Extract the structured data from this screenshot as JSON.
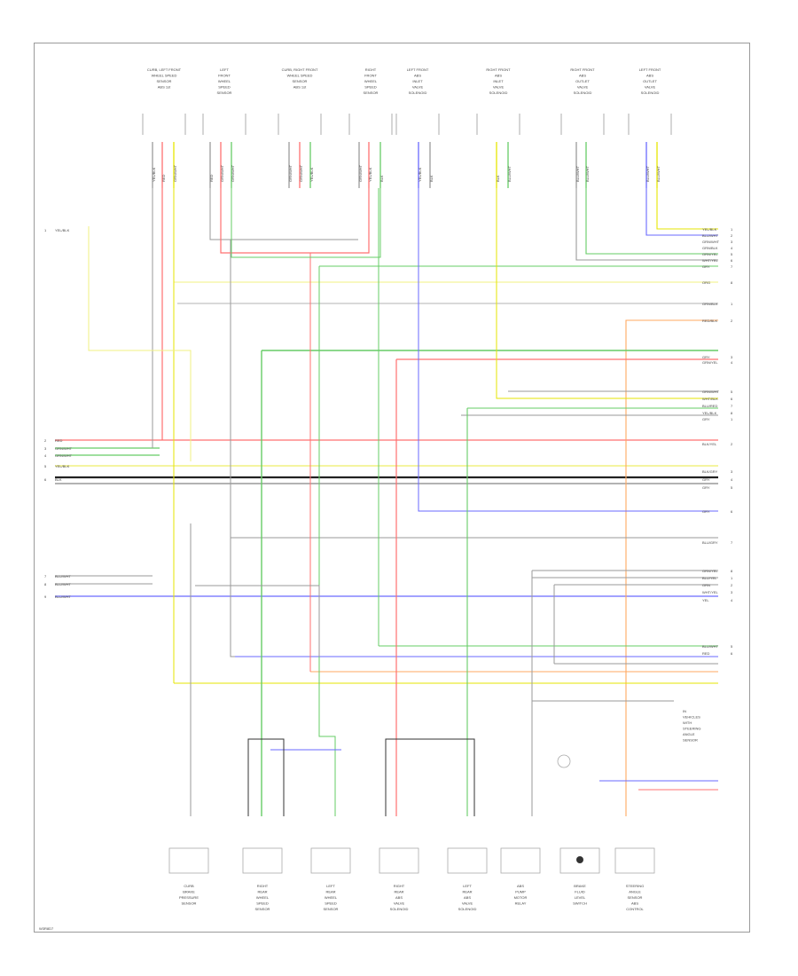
{
  "diagram": {
    "page_ref": "W3R8D7",
    "top_components": [
      {
        "id": "c1",
        "label_lines": [
          "CURB, LEFT FRONT",
          "WHEEL SPEED",
          "SENSOR",
          "ABS 1st"
        ]
      },
      {
        "id": "c2",
        "label_lines": [
          "LEFT",
          "FRONT",
          "WHEEL",
          "SPEED",
          "SENSOR"
        ]
      },
      {
        "id": "c3",
        "label_lines": [
          "CURB, RIGHT FRONT",
          "WHEEL SPEED",
          "SENSOR",
          "ABS 1st"
        ]
      },
      {
        "id": "c4",
        "label_lines": [
          "RIGHT",
          "FRONT",
          "WHEEL",
          "SPEED",
          "SENSOR"
        ]
      },
      {
        "id": "c5",
        "label_lines": [
          "LEFT FRONT",
          "ABS",
          "INLET",
          "VALVE",
          "SOLENOID"
        ]
      },
      {
        "id": "c6",
        "label_lines": [
          "RIGHT FRONT",
          "ABS",
          "INLET",
          "VALVE",
          "SOLENOID"
        ]
      },
      {
        "id": "c7",
        "label_lines": [
          "RIGHT FRONT",
          "ABS",
          "OUTLET",
          "VALVE",
          "SOLENOID"
        ]
      },
      {
        "id": "c8",
        "label_lines": [
          "LEFT FRONT",
          "ABS",
          "OUTLET",
          "VALVE",
          "SOLENOID"
        ]
      }
    ],
    "bottom_components": [
      {
        "id": "b1",
        "label_lines": [
          "CURB",
          "BRAKE",
          "PRESSURE",
          "SENSOR"
        ]
      },
      {
        "id": "b2",
        "label_lines": [
          "RIGHT",
          "REAR",
          "WHEEL",
          "SPEED",
          "SENSOR"
        ]
      },
      {
        "id": "b3",
        "label_lines": [
          "LEFT",
          "REAR",
          "WHEEL",
          "SPEED",
          "SENSOR"
        ]
      },
      {
        "id": "b4",
        "label_lines": [
          "RIGHT",
          "REAR",
          "ABS",
          "VALVE",
          "SOLENOID"
        ]
      },
      {
        "id": "b5",
        "label_lines": [
          "LEFT",
          "REAR",
          "ABS",
          "VALVE",
          "SOLENOID"
        ]
      },
      {
        "id": "b6",
        "label_lines": [
          "ABS",
          "PUMP",
          "MOTOR",
          "RELAY"
        ]
      },
      {
        "id": "b7",
        "label_lines": [
          "BRAKE",
          "FLUID",
          "LEVEL",
          "SWITCH"
        ]
      },
      {
        "id": "b8",
        "label_lines": [
          "STEERING",
          "ANGLE",
          "SENSOR",
          "ABS",
          "CONTROL"
        ]
      }
    ],
    "left_labels": [
      {
        "id": "ll1",
        "text": "YEL/BLK"
      },
      {
        "id": "ll2",
        "text": "RED"
      },
      {
        "id": "ll3",
        "text": "GRN/WHT"
      },
      {
        "id": "ll4",
        "text": "GRN/WHT"
      },
      {
        "id": "ll5",
        "text": "YEL/BLK"
      },
      {
        "id": "ll6",
        "text": "BLK"
      },
      {
        "id": "ll7",
        "text": "BLU/WHT"
      },
      {
        "id": "ll8",
        "text": "BLU/WHT"
      },
      {
        "id": "ll9",
        "text": "BLU/WHT"
      }
    ],
    "right_labels": [
      {
        "id": "rl1",
        "text": "YEL/BLK"
      },
      {
        "id": "rl2",
        "text": "BLU/WHT"
      },
      {
        "id": "rl3",
        "text": "GRN/WHT"
      },
      {
        "id": "rl4",
        "text": "GRN/BLK"
      },
      {
        "id": "rl5",
        "text": "GRN/YEL"
      },
      {
        "id": "rl6",
        "text": "WHT/YEL"
      },
      {
        "id": "rl7",
        "text": "GRY"
      },
      {
        "id": "rl8",
        "text": "ORG"
      },
      {
        "id": "rl9",
        "text": "GRN/BLK"
      },
      {
        "id": "rl10",
        "text": "RED/BLK"
      },
      {
        "id": "rl11",
        "text": "GRY"
      },
      {
        "id": "rl12",
        "text": "GRN/YEL"
      },
      {
        "id": "rl13",
        "text": "GRN/WHT"
      },
      {
        "id": "rl14",
        "text": "WHT/BLK"
      },
      {
        "id": "rl15",
        "text": "BLU/RED"
      },
      {
        "id": "rl16",
        "text": "YEL/BLK"
      },
      {
        "id": "rl17",
        "text": "GRY"
      },
      {
        "id": "rl18",
        "text": "BLK/YEL"
      },
      {
        "id": "rl19",
        "text": "BLK/GRY"
      },
      {
        "id": "rl20",
        "text": "GRY"
      },
      {
        "id": "rl21",
        "text": "GRY"
      },
      {
        "id": "rl22",
        "text": "GRY"
      },
      {
        "id": "rl23",
        "text": "BLU/GRY"
      },
      {
        "id": "rl24",
        "text": "GRN/YEL"
      },
      {
        "id": "rl25",
        "text": "BLU/YEL"
      },
      {
        "id": "rl26",
        "text": "GRN"
      },
      {
        "id": "rl27",
        "text": "WHT/YEL"
      },
      {
        "id": "rl28",
        "text": "YEL"
      },
      {
        "id": "rl29",
        "text": "BLU/WHT"
      },
      {
        "id": "rl30",
        "text": "RED"
      }
    ],
    "ground_note_lines": [
      "IN",
      "VEHICLES",
      "WITH",
      "STEERING",
      "ANGLE",
      "SENSOR"
    ],
    "wire_colors": {
      "red": "#ff7070",
      "green": "#66cc66",
      "yellow": "#e6e600",
      "blue": "#6a6aff",
      "gray": "#9a9a9a",
      "black": "#222222",
      "orange": "#ffa860",
      "lightyellow": "#f0f080"
    }
  }
}
